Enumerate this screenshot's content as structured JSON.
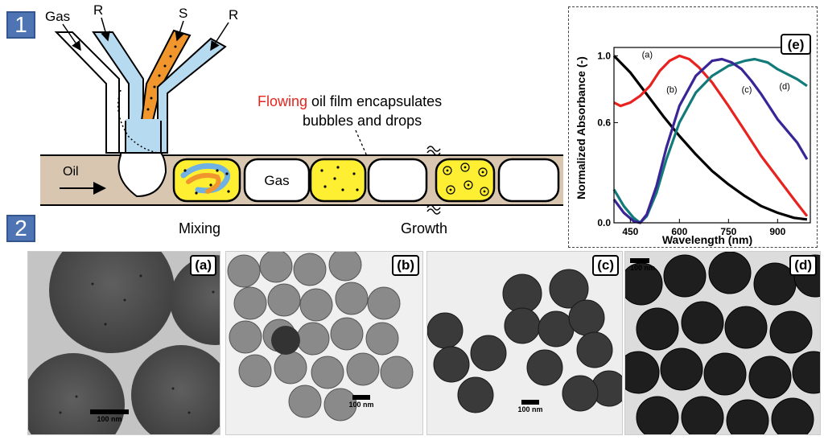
{
  "steps": {
    "step1": "1",
    "step2": "2"
  },
  "schematic": {
    "inlet_gas": "Gas",
    "inlet_r_left": "R",
    "inlet_s": "S",
    "inlet_r_right": "R",
    "oil_label": "Oil",
    "annotation_highlight": "Flowing",
    "annotation_line1_rest": " oil film encapsulates",
    "annotation_line2": "bubbles and drops",
    "bubble_gas_label": "Gas",
    "stage_mixing": "Mixing",
    "stage_growth": "Growth"
  },
  "colors": {
    "oil": "#d8c6b0",
    "droplet": "#ffef33",
    "reagent_stream": "#b6daf0",
    "seed_stream": "#f0962d",
    "highlight_text": "#e4261e",
    "badge": "#4f74b4"
  },
  "panels": {
    "a": {
      "label": "(a)",
      "scale": "100 nm"
    },
    "b": {
      "label": "(b)",
      "scale": "100 nm"
    },
    "c": {
      "label": "(c)",
      "scale": "100 nm"
    },
    "d": {
      "label": "(d)",
      "scale": "100 nm"
    }
  },
  "chart_data": {
    "type": "line",
    "panel_label": "(e)",
    "xlabel": "Wavelength (nm)",
    "ylabel": "Normalized Absorbance (-)",
    "xlim": [
      400,
      1000
    ],
    "ylim": [
      0,
      1.05
    ],
    "xticks": [
      450,
      600,
      750,
      900
    ],
    "yticks": [
      0.0,
      0.6,
      1.0
    ],
    "ytick_labels": [
      "0.0",
      "0.6",
      "1.0"
    ],
    "grid": false,
    "series": [
      {
        "name": "(a)",
        "color": "#000000",
        "x": [
          400,
          450,
          500,
          550,
          600,
          650,
          700,
          750,
          800,
          850,
          900,
          950,
          990
        ],
        "y": [
          1.0,
          0.9,
          0.77,
          0.64,
          0.52,
          0.41,
          0.31,
          0.23,
          0.16,
          0.1,
          0.06,
          0.03,
          0.02
        ]
      },
      {
        "name": "(b)",
        "color": "#e8231f",
        "x": [
          400,
          420,
          450,
          480,
          510,
          540,
          570,
          600,
          630,
          660,
          700,
          750,
          800,
          850,
          900,
          950,
          990
        ],
        "y": [
          0.72,
          0.7,
          0.72,
          0.76,
          0.82,
          0.91,
          0.97,
          1.0,
          0.98,
          0.93,
          0.84,
          0.7,
          0.55,
          0.4,
          0.27,
          0.14,
          0.04
        ]
      },
      {
        "name": "(c)",
        "color": "#137a7a",
        "x": [
          400,
          430,
          460,
          480,
          500,
          530,
          560,
          600,
          650,
          700,
          750,
          800,
          830,
          870,
          900,
          930,
          960,
          990
        ],
        "y": [
          0.2,
          0.1,
          0.03,
          0.0,
          0.04,
          0.18,
          0.38,
          0.6,
          0.78,
          0.88,
          0.94,
          0.97,
          0.98,
          0.96,
          0.92,
          0.89,
          0.86,
          0.82
        ]
      },
      {
        "name": "(d)",
        "color": "#3a2596",
        "x": [
          400,
          430,
          460,
          480,
          500,
          530,
          560,
          600,
          650,
          700,
          730,
          760,
          790,
          820,
          850,
          880,
          900,
          930,
          960,
          990
        ],
        "y": [
          0.14,
          0.06,
          0.01,
          0.0,
          0.05,
          0.22,
          0.45,
          0.7,
          0.88,
          0.97,
          0.98,
          0.96,
          0.92,
          0.85,
          0.77,
          0.68,
          0.62,
          0.55,
          0.48,
          0.38
        ]
      }
    ],
    "curve_labels": [
      "(a)",
      "(b)",
      "(c)",
      "(d)"
    ]
  }
}
